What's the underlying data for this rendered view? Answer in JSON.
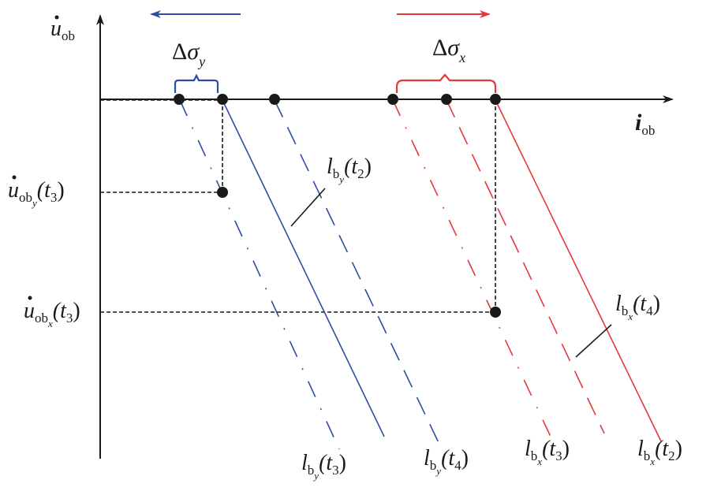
{
  "colors": {
    "blue": "#2b4fa0",
    "red": "#e5373c",
    "black": "#1a1a1a"
  },
  "axes": {
    "y_main": "u",
    "y_sub": "ob",
    "x_main": "i",
    "x_sub": "ob"
  },
  "shift_labels": {
    "delta_y": {
      "delta": "Δ",
      "sigma": "σ",
      "sub": "y"
    },
    "delta_x": {
      "delta": "Δ",
      "sigma": "σ",
      "sub": "x"
    }
  },
  "y_labels": {
    "uoby_t3": {
      "main": "u",
      "sub": "ob",
      "subsub": "y",
      "arg": "(t",
      "argsub": "3",
      "close": ")"
    },
    "uobx_t3": {
      "main": "u",
      "sub": "ob",
      "subsub": "x",
      "arg": "(t",
      "argsub": "3",
      "close": ")"
    }
  },
  "line_labels": {
    "lby_t2": {
      "main": "l",
      "sub": "b",
      "subsub": "y",
      "arg": "(t",
      "argsub": "2",
      "close": ")"
    },
    "lbx_t4": {
      "main": "l",
      "sub": "b",
      "subsub": "x",
      "arg": "(t",
      "argsub": "4",
      "close": ")"
    },
    "lby_t3": {
      "main": "l",
      "sub": "b",
      "subsub": "y",
      "arg": "(t",
      "argsub": "3",
      "close": ")"
    },
    "lby_t4": {
      "main": "l",
      "sub": "b",
      "subsub": "y",
      "arg": "(t",
      "argsub": "4",
      "close": ")"
    },
    "lbx_t3": {
      "main": "l",
      "sub": "b",
      "subsub": "x",
      "arg": "(t",
      "argsub": "3",
      "close": ")"
    },
    "lbx_t2": {
      "main": "l",
      "sub": "b",
      "subsub": "x",
      "arg": "(t",
      "argsub": "2",
      "close": ")"
    }
  }
}
